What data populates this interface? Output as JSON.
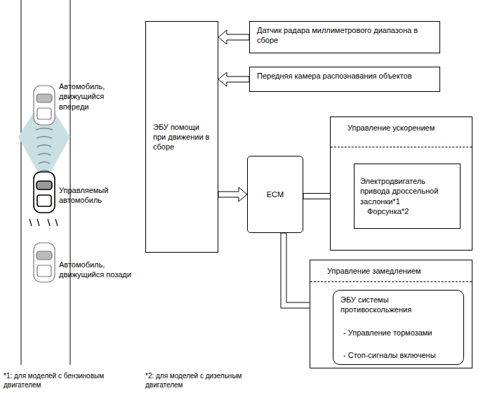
{
  "diagram": {
    "nodes": [
      {
        "text": [
          "ЭБУ помощи при движении в сборе"
        ]
      },
      {
        "text": [
          "Датчик радара миллиметрового диапазона в сборе"
        ]
      },
      {
        "text": [
          "Передняя камера распознавания объектов"
        ]
      },
      {
        "text": [
          "Управление ускорением"
        ]
      },
      {
        "text": [
          "Электродвигатель привода дроссельной заслонки*1",
          "Форсунка*2"
        ],
        "in": 3
      },
      {
        "text": [
          "ECM"
        ]
      },
      {
        "text": [
          "Управление замедлением"
        ]
      },
      {
        "text": [
          "ЭБУ системы противоскольжения",
          "- Управление тормозами",
          "- Стоп-сигналы включены"
        ],
        "in": 6
      }
    ],
    "edges": [
      {
        "from": 1,
        "to": 0,
        "arrow": "to"
      },
      {
        "from": 2,
        "to": 0,
        "arrow": "to"
      },
      {
        "from": 0,
        "to": 5,
        "arrow": "to"
      },
      {
        "from": 5,
        "to": 4,
        "arrow": "to"
      },
      {
        "from": 5,
        "to": 7,
        "arrow": "to"
      }
    ],
    "labels": [
      "Автомобиль, движущийся впереди",
      "Управляемый автомобиль",
      "Автомобиль, движущийся позади",
      "*1: для моделей с бензиновым двигателем",
      "*2: для моделей с дизельным двигателем"
    ]
  }
}
